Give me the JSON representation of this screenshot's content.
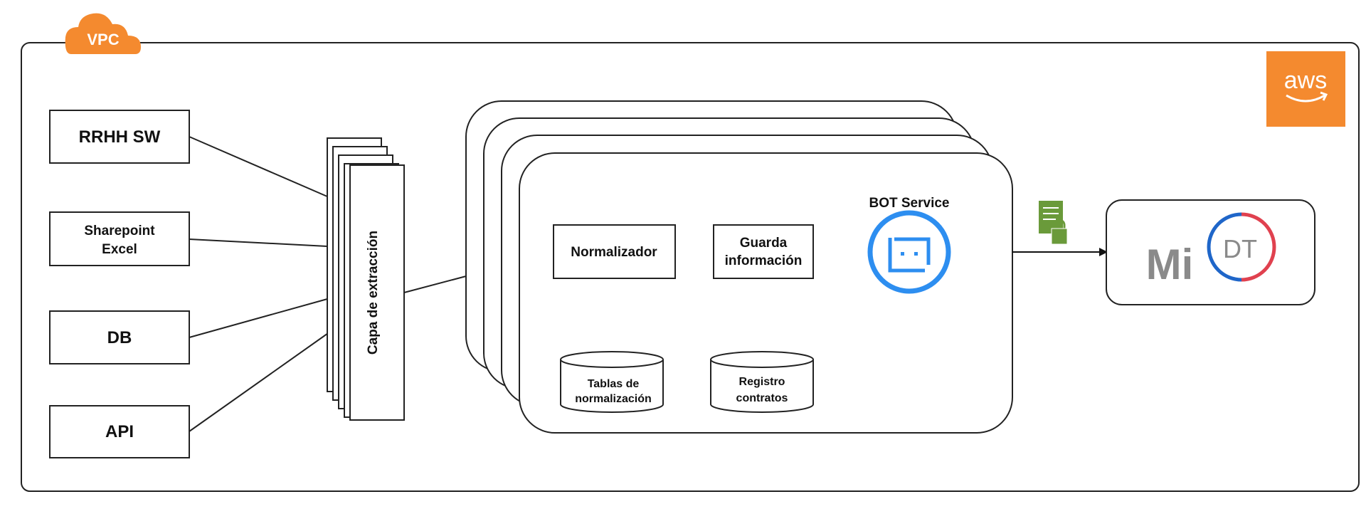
{
  "vpc": {
    "label": "VPC",
    "color": "#f48a2f"
  },
  "aws": {
    "label": "aws",
    "color": "#f48a2f"
  },
  "sources": [
    {
      "lines": [
        "RRHH SW"
      ]
    },
    {
      "lines": [
        "Sharepoint",
        "Excel"
      ]
    },
    {
      "lines": [
        "DB"
      ]
    },
    {
      "lines": [
        "API"
      ]
    }
  ],
  "extraction": {
    "label": "Capa de extracción"
  },
  "processing": {
    "normalizer": {
      "label": "Normalizador"
    },
    "storage": {
      "lines": [
        "Guarda",
        "información"
      ]
    },
    "bot": {
      "label": "BOT Service",
      "icon": "bot-service-icon",
      "color": "#2d8ef0"
    },
    "db_tables": {
      "lines": [
        "Tablas de",
        "normalización"
      ]
    },
    "db_contracts": {
      "lines": [
        "Registro",
        "contratos"
      ]
    }
  },
  "secure_icon": {
    "name": "certificate-lock-icon",
    "color": "#6a9a3a"
  },
  "target": {
    "mi": "Mi",
    "dt": "DT",
    "blue": "#1f66c9",
    "red": "#e0414f",
    "grey": "#8a8a8a"
  }
}
